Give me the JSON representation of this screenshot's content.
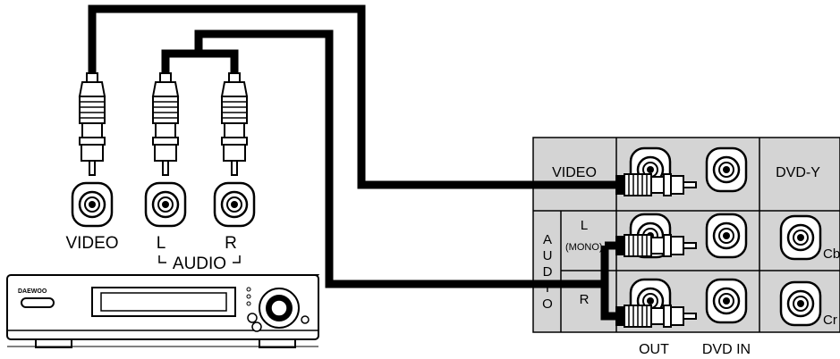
{
  "vcr": {
    "brand": "DAEWOO",
    "jack_labels": {
      "video": "VIDEO",
      "left": "L",
      "right": "R",
      "audio": "AUDIO"
    }
  },
  "panel": {
    "video_label": "VIDEO",
    "audio_vertical": [
      "A",
      "U",
      "D",
      "I",
      "O"
    ],
    "left_label": "L",
    "mono_label": "(MONO)",
    "right_label": "R",
    "dvd_y_label": "DVD-Y",
    "cb_label": "Cb",
    "cr_label": "Cr",
    "out_label": "OUT",
    "dvd_in_label": "DVD IN"
  },
  "colors": {
    "panel_bg": "#d4d4d4",
    "cable": "#000000",
    "line": "#000000"
  }
}
